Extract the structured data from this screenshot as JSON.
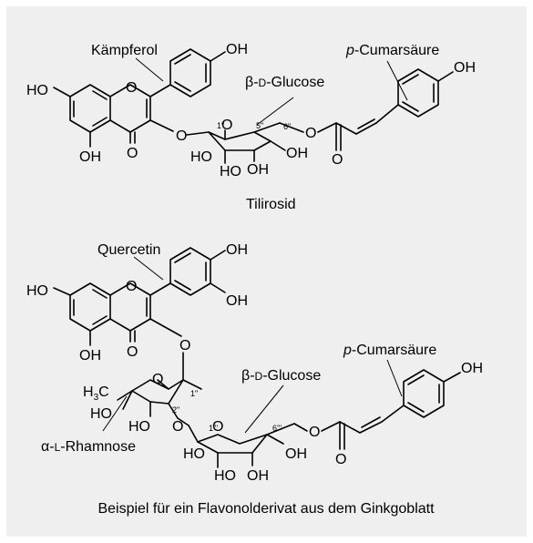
{
  "molecule1": {
    "name": "Tilirosid",
    "labels": {
      "aglycone": "Kämpferol",
      "sugar_prefix": "β-",
      "sugar_config": "D",
      "sugar_suffix": "-Glucose",
      "acid_italic": "p",
      "acid_rest": "-Cumarsäure"
    },
    "positions": {
      "c1": "1\"",
      "c5": "5\"",
      "c6": "6\""
    }
  },
  "molecule2": {
    "labels": {
      "aglycone": "Quercetin",
      "sugar_prefix": "β-",
      "sugar_config": "D",
      "sugar_suffix": "-Glucose",
      "acid_italic": "p",
      "acid_rest": "-Cumarsäure",
      "rham_prefix": "α-",
      "rham_config": "L",
      "rham_suffix": "-Rhamnose"
    },
    "positions": {
      "c1": "1\"",
      "c2": "2\"",
      "g1": "1'''",
      "g6": "6'''"
    }
  },
  "atoms": {
    "ho": "HO",
    "oh": "OH",
    "o": "O",
    "h": "H",
    "three": "3",
    "c": "C"
  },
  "caption": "Beispiel für ein Flavonolderivat aus dem Ginkgoblatt"
}
